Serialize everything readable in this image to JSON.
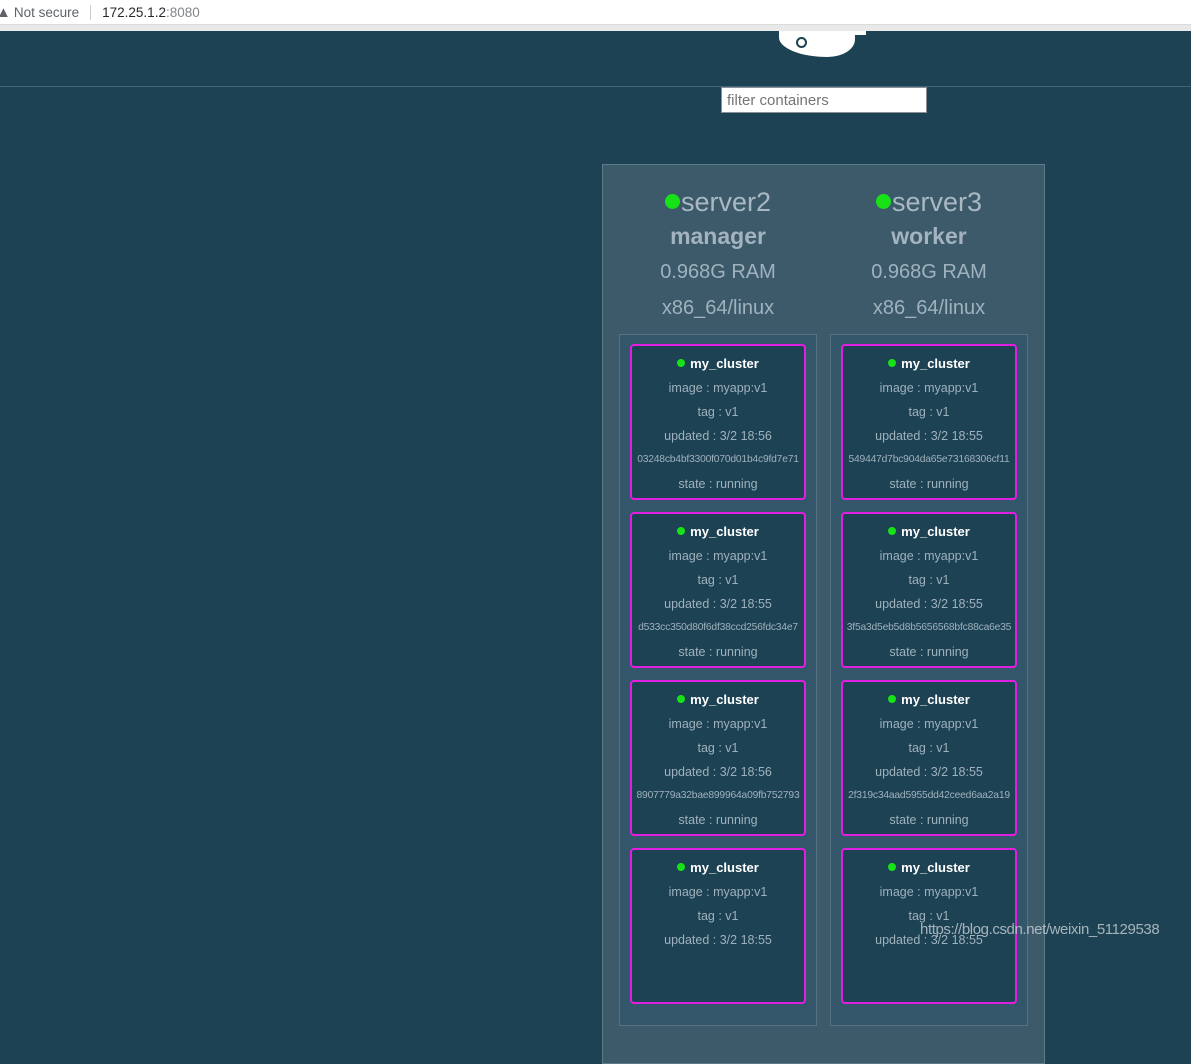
{
  "browser": {
    "not_secure": "Not secure",
    "host": "172.25.1.2",
    "port": ":8080"
  },
  "filter": {
    "placeholder": "filter containers"
  },
  "watermark": {
    "text": "https://blog.csdn.net/weixin_51129538"
  },
  "colors": {
    "page_bg": "#1c4253",
    "panel_bg": "#3d5a6b",
    "container_list_bg": "#33566a",
    "card_bg": "#1d4254",
    "card_border": "#e01fe0",
    "status_green": "#17e117"
  },
  "nodes": [
    {
      "name": "server2",
      "role": "manager",
      "ram": "0.968G RAM",
      "platform": "x86_64/linux",
      "containers": [
        {
          "name": "my_cluster",
          "image": "image : myapp:v1",
          "tag": "tag : v1",
          "updated": "updated : 3/2 18:56",
          "id": "03248cb4bf3300f070d01b4c9fd7e71",
          "state": "state : running"
        },
        {
          "name": "my_cluster",
          "image": "image : myapp:v1",
          "tag": "tag : v1",
          "updated": "updated : 3/2 18:55",
          "id": "d533cc350d80f6df38ccd256fdc34e7",
          "state": "state : running"
        },
        {
          "name": "my_cluster",
          "image": "image : myapp:v1",
          "tag": "tag : v1",
          "updated": "updated : 3/2 18:56",
          "id": "8907779a32bae899964a09fb752793",
          "state": "state : running"
        },
        {
          "name": "my_cluster",
          "image": "image : myapp:v1",
          "tag": "tag : v1",
          "updated": "updated : 3/2 18:55",
          "id": "",
          "state": ""
        }
      ]
    },
    {
      "name": "server3",
      "role": "worker",
      "ram": "0.968G RAM",
      "platform": "x86_64/linux",
      "containers": [
        {
          "name": "my_cluster",
          "image": "image : myapp:v1",
          "tag": "tag : v1",
          "updated": "updated : 3/2 18:55",
          "id": "549447d7bc904da65e73168306cf11",
          "state": "state : running"
        },
        {
          "name": "my_cluster",
          "image": "image : myapp:v1",
          "tag": "tag : v1",
          "updated": "updated : 3/2 18:55",
          "id": "3f5a3d5eb5d8b5656568bfc88ca6e35",
          "state": "state : running"
        },
        {
          "name": "my_cluster",
          "image": "image : myapp:v1",
          "tag": "tag : v1",
          "updated": "updated : 3/2 18:55",
          "id": "2f319c34aad5955dd42ceed6aa2a19",
          "state": "state : running"
        },
        {
          "name": "my_cluster",
          "image": "image : myapp:v1",
          "tag": "tag : v1",
          "updated": "updated : 3/2 18:55",
          "id": "",
          "state": ""
        }
      ]
    }
  ]
}
